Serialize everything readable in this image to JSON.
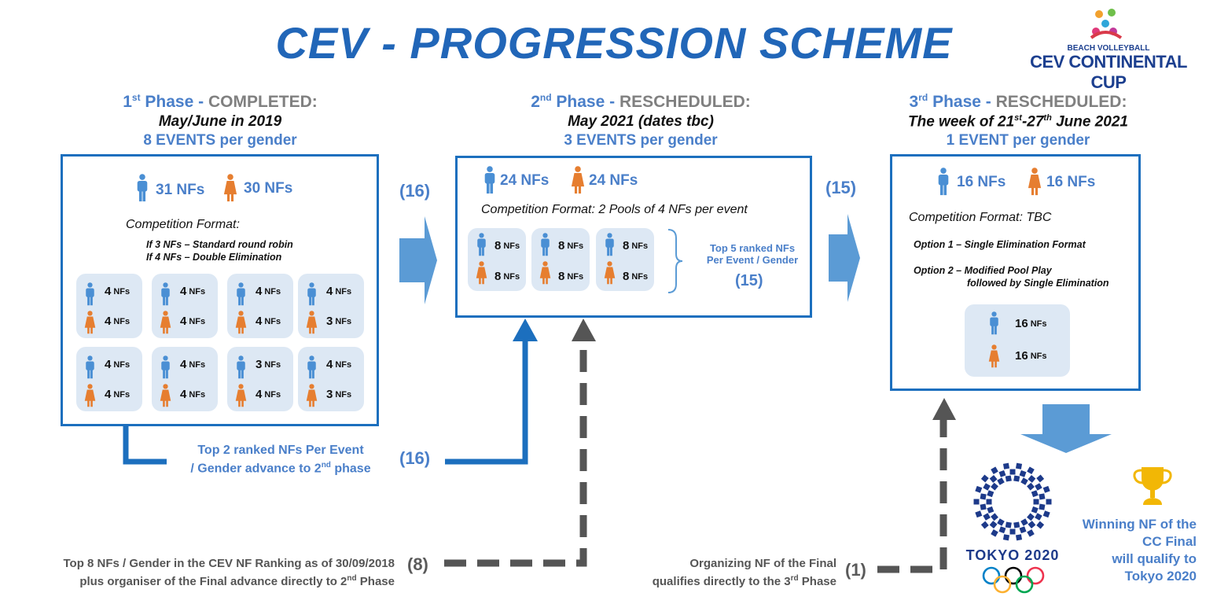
{
  "title": "CEV - PROGRESSION SCHEME",
  "logo": {
    "top": "BEACH VOLLEYBALL",
    "bottom": "CEV CONTINENTAL CUP"
  },
  "phase1": {
    "ord": "1",
    "sup": "st",
    "label": "Phase",
    "dash": " - ",
    "status": "COMPLETED:",
    "date": "May/June in 2019",
    "events": "8 EVENTS per gender",
    "men": "31 NFs",
    "women": "30 NFs",
    "format_title": "Competition Format:",
    "format_1": "If 3 NFs – Standard round robin",
    "format_2": "If 4 NFs – Double Elimination",
    "pools": [
      {
        "m": "4",
        "w": "4"
      },
      {
        "m": "4",
        "w": "4"
      },
      {
        "m": "4",
        "w": "4"
      },
      {
        "m": "4",
        "w": "3"
      },
      {
        "m": "4",
        "w": "4"
      },
      {
        "m": "4",
        "w": "4"
      },
      {
        "m": "3",
        "w": "4"
      },
      {
        "m": "4",
        "w": "3"
      }
    ],
    "unit": "NFs",
    "advance_1": "Top 2 ranked NFs Per Event",
    "advance_2": "/ Gender advance to 2",
    "advance_sup": "nd",
    "advance_3": " phase"
  },
  "phase2": {
    "ord": "2",
    "sup": "nd",
    "label": "Phase",
    "dash": " - ",
    "status": "RESCHEDULED:",
    "date": "May 2021 (dates tbc)",
    "events": "3 EVENTS per gender",
    "men": "24 NFs",
    "women": "24 NFs",
    "format": "Competition Format: 2 Pools of 4 NFs per event",
    "pools": [
      {
        "m": "8",
        "w": "8"
      },
      {
        "m": "8",
        "w": "8"
      },
      {
        "m": "8",
        "w": "8"
      }
    ],
    "top5_1": "Top 5 ranked NFs",
    "top5_2": "Per Event / Gender",
    "top5_count": "(15)"
  },
  "phase3": {
    "ord": "3",
    "sup": "rd",
    "label": "Phase",
    "dash": " - ",
    "status": "RESCHEDULED:",
    "date_a": "The week of 21",
    "date_sup1": "st",
    "date_b": "-27",
    "date_sup2": "th",
    "date_c": " June 2021",
    "events": "1 EVENT per gender",
    "men": "16 NFs",
    "women": "16 NFs",
    "format": "Competition Format: TBC",
    "option1": "Option 1 – Single Elimination Format",
    "option2a": "Option 2 – Modified Pool Play",
    "option2b": "followed by Single Elimination",
    "pool": {
      "m": "16",
      "w": "16"
    }
  },
  "counts": {
    "c16a": "(16)",
    "c16b": "(16)",
    "c15": "(15)",
    "c8": "(8)",
    "c1": "(1)"
  },
  "direct": {
    "line1": "Top 8 NFs / Gender in the CEV NF Ranking as of 30/09/2018",
    "line2": "plus organiser of the Final advance directly to  2",
    "sup": "nd",
    "line3": " Phase"
  },
  "organizer": {
    "line1": "Organizing NF of the Final",
    "line2": "qualifies directly to the 3",
    "sup": "rd",
    "line3": " Phase"
  },
  "tokyo": "TOKYO 2020",
  "winning": [
    "Winning NF of the",
    "CC Final",
    "will qualify to",
    "Tokyo 2020"
  ],
  "colors": {
    "blue": "#1c6fbe",
    "light_blue": "#4a7fc9",
    "men": "#4a8fd4",
    "women": "#e67e30",
    "grey": "#555555"
  }
}
